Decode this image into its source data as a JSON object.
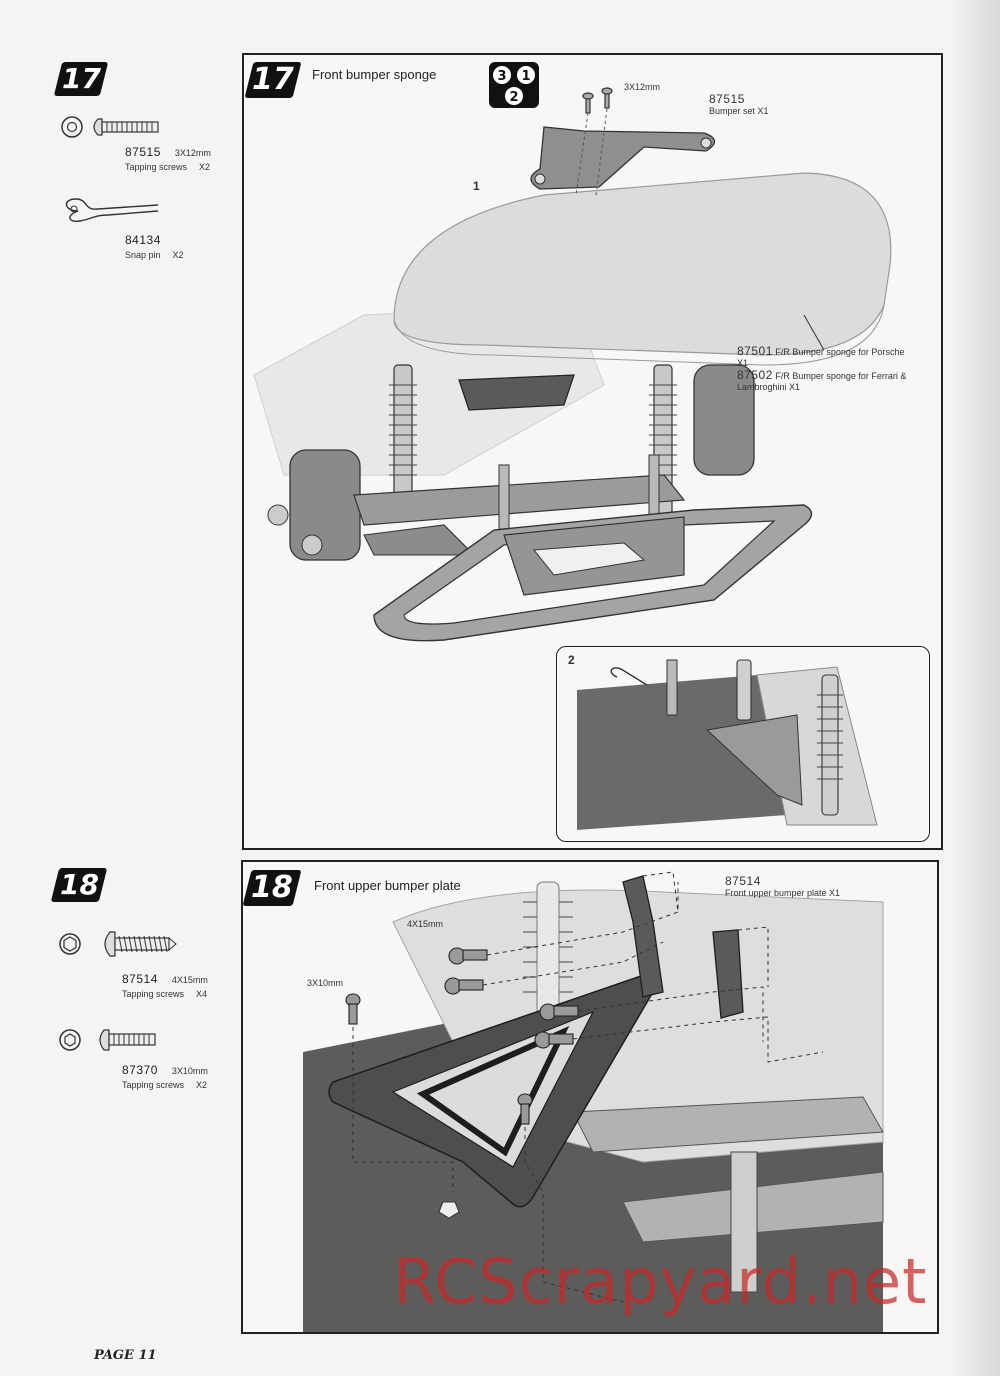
{
  "step17": {
    "number": "17",
    "title": "Front bumper sponge",
    "parts": [
      {
        "number": "87515",
        "size": "3X12mm",
        "desc": "Tapping screws",
        "qty": "X2"
      },
      {
        "number": "84134",
        "size": "",
        "desc": "Snap pin",
        "qty": "X2"
      }
    ],
    "order_badge": [
      "3",
      "1",
      "2"
    ],
    "callouts": {
      "screw_size": "3X12mm",
      "bumper_set_num": "87515",
      "bumper_set_desc": "Bumper set X1",
      "sponge_a_num": "87501",
      "sponge_a_desc": "F/R Bumper sponge for Porsche X1",
      "sponge_b_num": "87502",
      "sponge_b_desc": "F/R Bumper sponge for Ferrari & Lambroghini X1",
      "marker_1": "1",
      "marker_2": "2"
    }
  },
  "step18": {
    "number": "18",
    "title": "Front upper bumper plate",
    "parts": [
      {
        "number": "87514",
        "size": "4X15mm",
        "desc": "Tapping screws",
        "qty": "X4"
      },
      {
        "number": "87370",
        "size": "3X10mm",
        "desc": "Tapping screws",
        "qty": "X2"
      }
    ],
    "callouts": {
      "screw_a_size": "4X15mm",
      "screw_b_size": "3X10mm",
      "plate_num": "87514",
      "plate_desc": "Front upper bumper plate X1"
    }
  },
  "watermark": "RCScrapyard.net",
  "footer": "PAGE 11"
}
